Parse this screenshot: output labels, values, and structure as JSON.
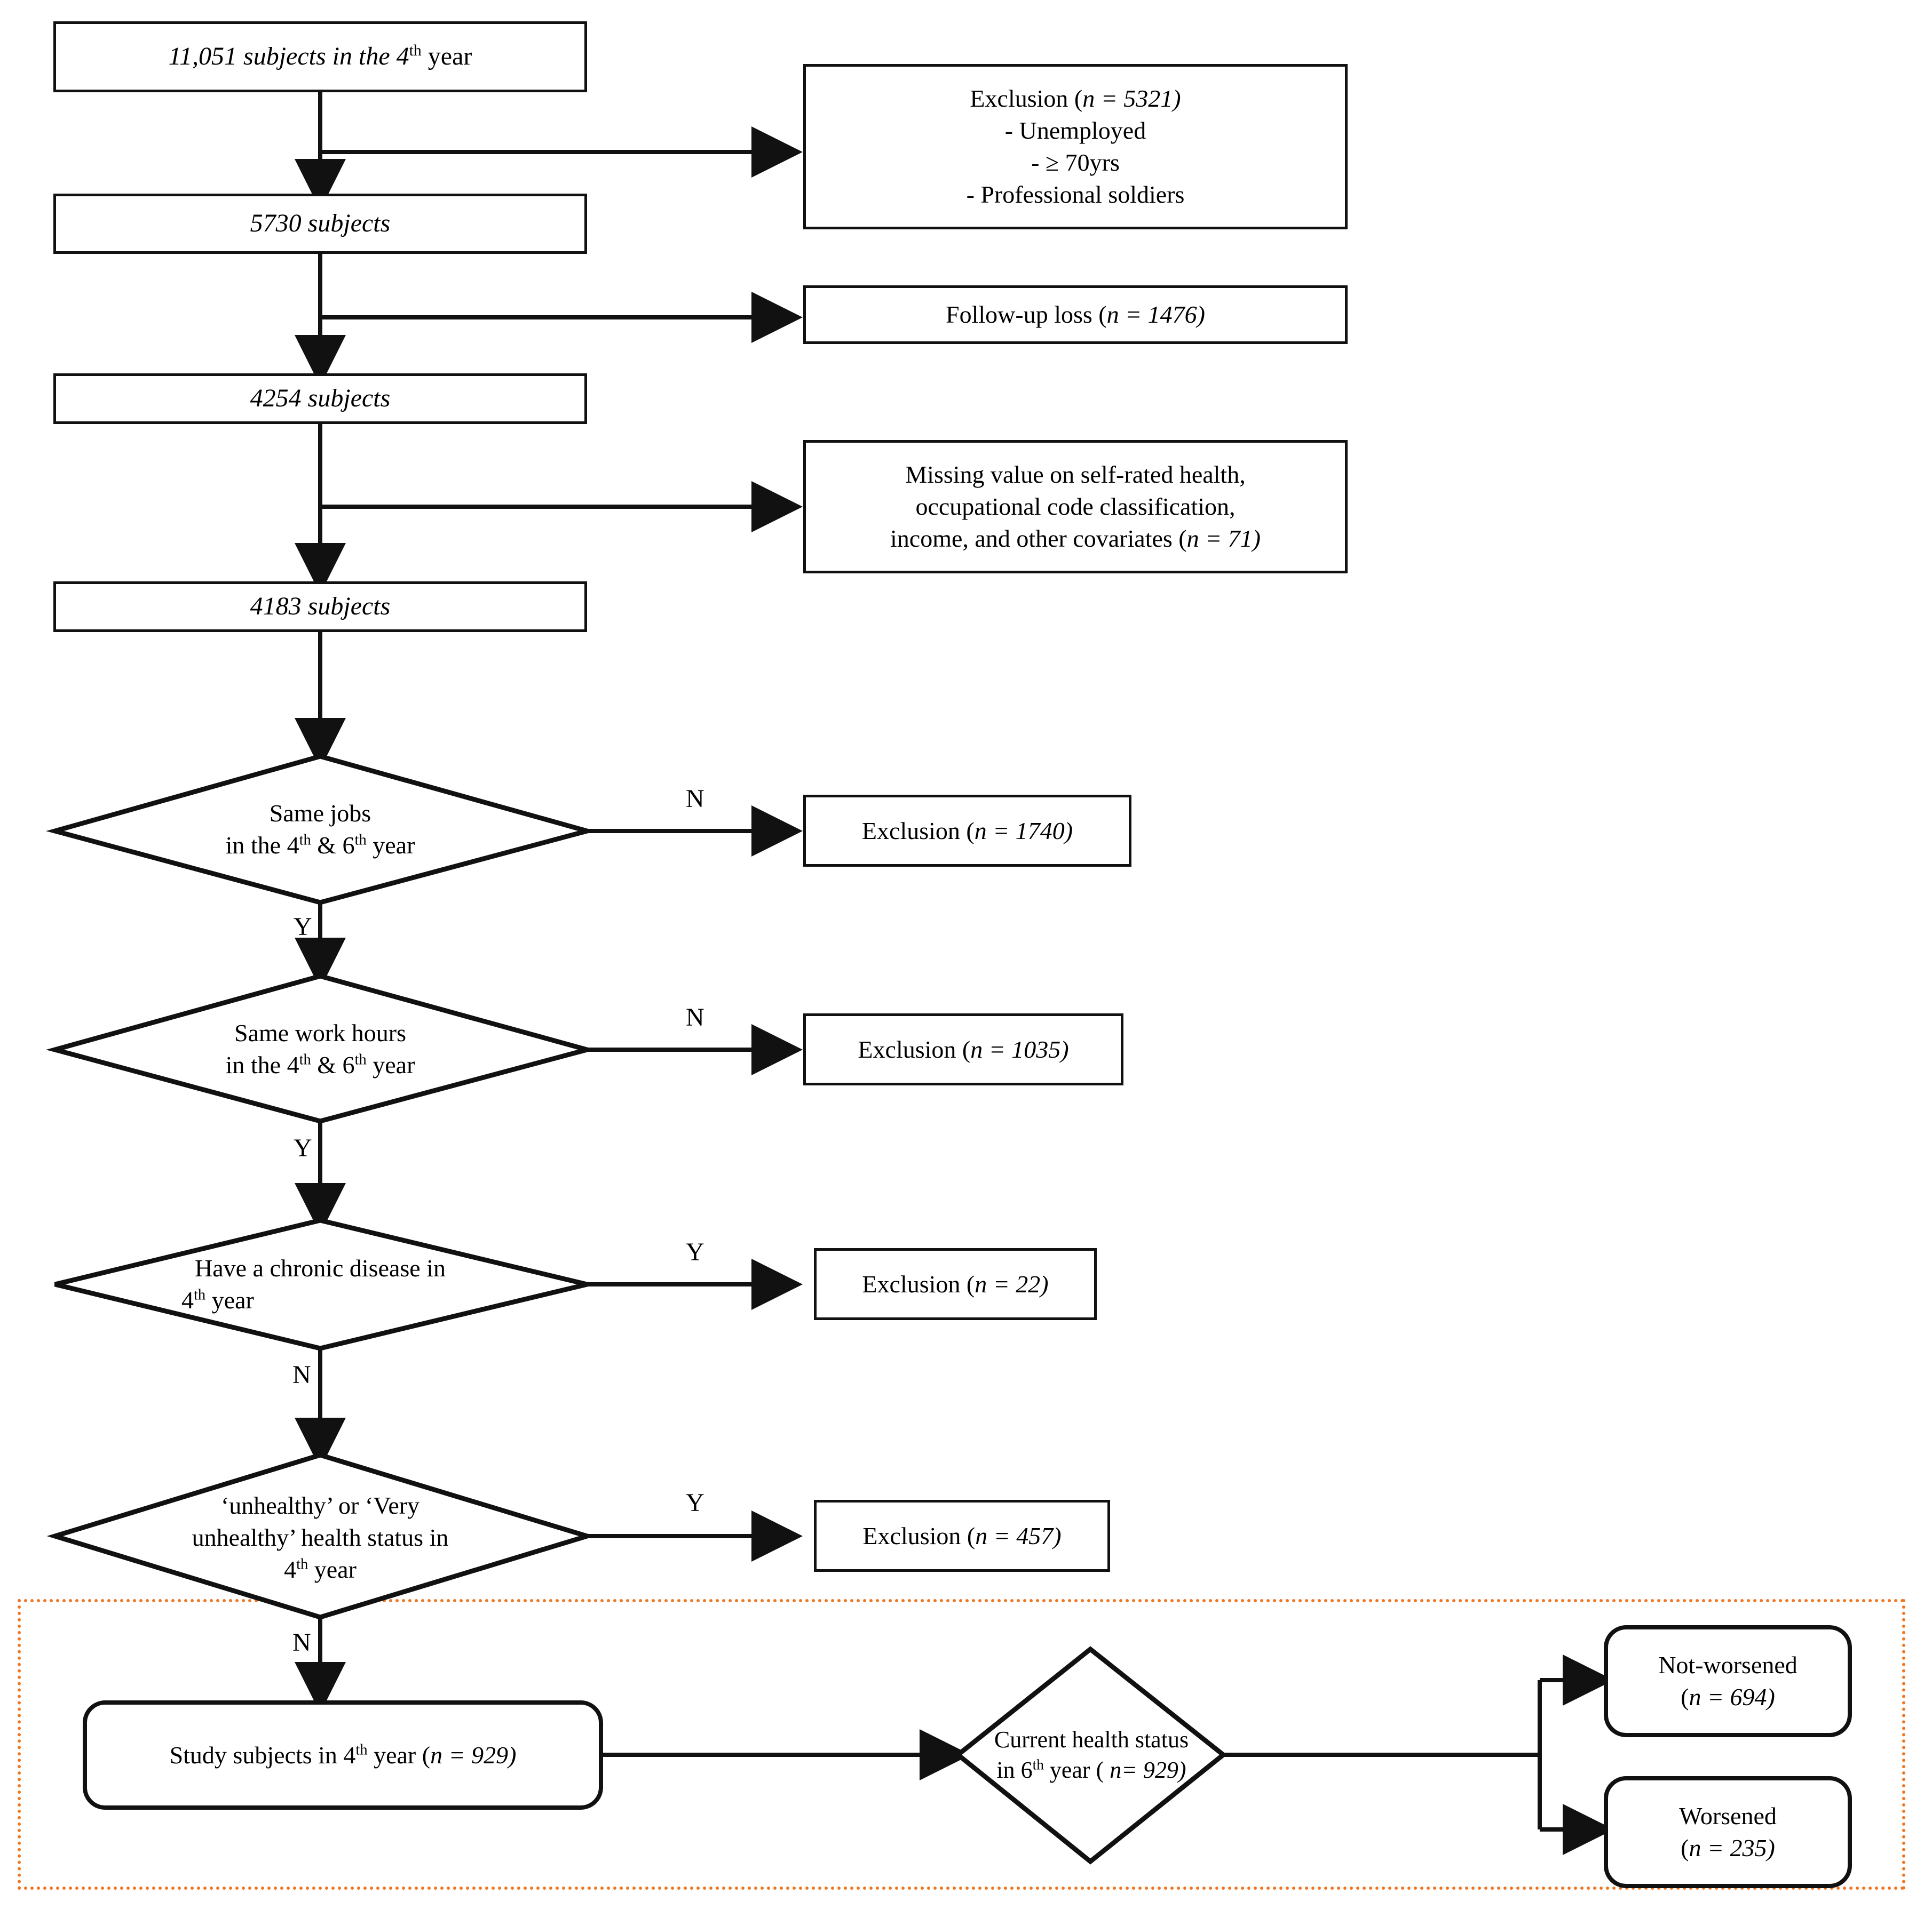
{
  "diagram": {
    "title": "Study participant selection flowchart",
    "accent_color": "#F07722",
    "line_color": "#111111",
    "highlight_region_label": "study-cohort-region"
  },
  "nodes": {
    "start": {
      "id": "n-11051",
      "text": "11,051 subjects in the 4th year",
      "text_plain": "11,051 subjects in the 4",
      "sup": "th",
      "text_tail": " year"
    },
    "after_exclusion1": {
      "id": "n-5730",
      "text": "5730 subjects"
    },
    "after_followup": {
      "id": "n-4254",
      "text": "4254 subjects"
    },
    "after_missing": {
      "id": "n-4183",
      "text": "4183 subjects"
    },
    "study_subjects": {
      "id": "n-929",
      "lead": "Study subjects in 4",
      "sup": "th",
      "mid": " year (",
      "n_italic": "n",
      "eq": " = 929)"
    }
  },
  "exclusions": {
    "exclusion1": {
      "heading_lead": "Exclusion (",
      "heading_n": "n",
      "heading_tail": " = 5321)",
      "lines": [
        "- Unemployed",
        "- ≥ 70yrs",
        "- Professional soldiers"
      ]
    },
    "followup_loss": {
      "lead": "Follow-up loss (",
      "n": "n",
      "tail": " = 1476)"
    },
    "missing_value": {
      "line1": "Missing value on self-rated health,",
      "line2": "occupational code classification,",
      "line3_lead": "income, and other covariates (",
      "line3_n": "n",
      "line3_tail": " = 71)"
    },
    "exclusion_jobs": {
      "lead": "Exclusion (",
      "n": "n",
      "tail": " = 1740)"
    },
    "exclusion_hours": {
      "lead": "Exclusion (",
      "n": "n",
      "tail": " = 1035)"
    },
    "exclusion_chronic": {
      "lead": "Exclusion (",
      "n": "n",
      "tail": " = 22)"
    },
    "exclusion_unhealthy": {
      "lead": "Exclusion (",
      "n": "n",
      "tail": " = 457)"
    }
  },
  "decisions": {
    "same_jobs": {
      "line1": "Same jobs",
      "line2_lead": "in the 4",
      "line2_sup1": "th",
      "line2_mid": " & 6",
      "line2_sup2": "th",
      "line2_tail": " year",
      "yes_label": "Y",
      "no_label": "N"
    },
    "same_hours": {
      "line1": "Same work hours",
      "line2_lead": "in the 4",
      "line2_sup1": "th",
      "line2_mid": " & 6",
      "line2_sup2": "th",
      "line2_tail": " year",
      "yes_label": "Y",
      "no_label": "N"
    },
    "chronic_disease": {
      "line1": "Have a chronic disease in",
      "line2_lead": "4",
      "line2_sup": "th",
      "line2_tail": " year",
      "yes_label": "Y",
      "no_label": "N"
    },
    "unhealthy_status": {
      "line1": "‘unhealthy’ or ‘Very",
      "line2": "unhealthy’ health status in",
      "line3_lead": "4",
      "line3_sup": "th",
      "line3_tail": " year",
      "yes_label": "Y",
      "no_label": "N"
    },
    "current_status": {
      "line1": "Current health status",
      "line2_lead": "in 6",
      "line2_sup": "th",
      "line2_mid": " year ( ",
      "line2_n": "n",
      "line2_tail": "= 929)"
    }
  },
  "outcomes": {
    "not_worsened": {
      "label": "Not-worsened",
      "n_lead": "(",
      "n_italic": "n",
      "n_tail": " = 694)"
    },
    "worsened": {
      "label": "Worsened",
      "n_lead": "(",
      "n_italic": "n",
      "n_tail": " = 235)"
    }
  },
  "flow_summary": {
    "type": "flowchart",
    "steps": [
      {
        "stage": "Baseline 4th year",
        "n": 11051
      },
      {
        "stage": "After exclusion (unemployed, >=70yrs, professional soldiers)",
        "excluded": 5321,
        "n": 5730
      },
      {
        "stage": "After follow-up loss",
        "excluded": 1476,
        "n": 4254
      },
      {
        "stage": "After missing covariates",
        "excluded": 71,
        "n": 4183
      },
      {
        "stage": "Same jobs in 4th & 6th year (N excluded)",
        "excluded": 1740
      },
      {
        "stage": "Same work hours in 4th & 6th year (N excluded)",
        "excluded": 1035
      },
      {
        "stage": "Chronic disease in 4th year (Y excluded)",
        "excluded": 22
      },
      {
        "stage": "Unhealthy/Very unhealthy status in 4th year (Y excluded)",
        "excluded": 457
      },
      {
        "stage": "Study subjects in 4th year",
        "n": 929
      },
      {
        "stage": "Current health status in 6th year: Not-worsened",
        "n": 694
      },
      {
        "stage": "Current health status in 6th year: Worsened",
        "n": 235
      }
    ]
  }
}
